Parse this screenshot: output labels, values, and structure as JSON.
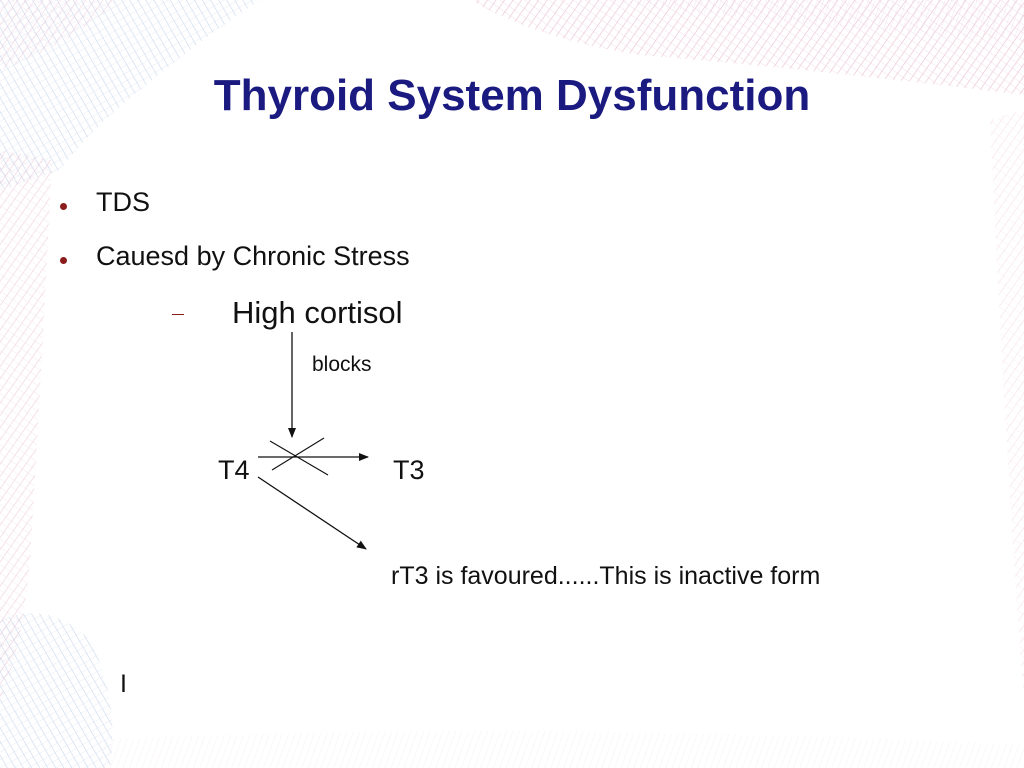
{
  "slide": {
    "title": "Thyroid System Dysfunction",
    "bullets": [
      "TDS",
      "Cauesd by Chronic Stress"
    ],
    "sub_bullet": "High cortisol",
    "diagram": {
      "blocks_label": "blocks",
      "t4_label": "T4",
      "t3_label": "T3",
      "rt3_note": "rT3 is favoured......This is inactive form"
    },
    "stray_mark": "I"
  },
  "colors": {
    "title": "#1a1a80",
    "bullet_marker": "#8a1c1c",
    "text": "#111111",
    "pattern_pink": "#e3aec8",
    "pattern_blue": "#9fb8d8"
  }
}
